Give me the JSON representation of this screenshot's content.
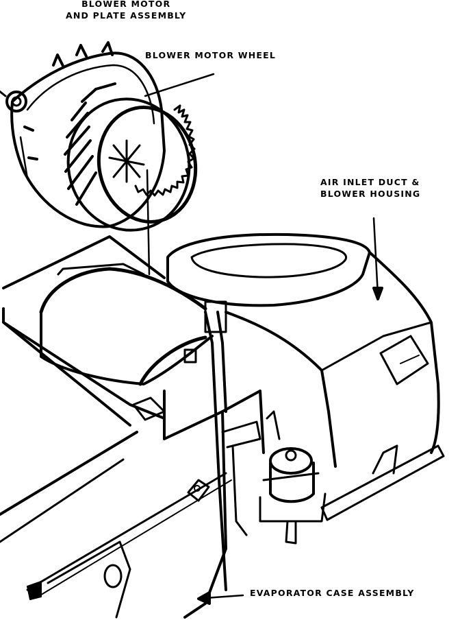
{
  "labels": {
    "blower_motor_plate_line1": "BLOWER MOTOR",
    "blower_motor_plate_line2": "AND PLATE ASSEMBLY",
    "blower_motor_wheel": "BLOWER MOTOR WHEEL",
    "air_inlet_line1": "AIR INLET DUCT &",
    "air_inlet_line2": "BLOWER HOUSING",
    "evaporator_case": "EVAPORATOR CASE ASSEMBLY"
  },
  "colors": {
    "ink": "#000000",
    "paper": "#ffffff"
  }
}
